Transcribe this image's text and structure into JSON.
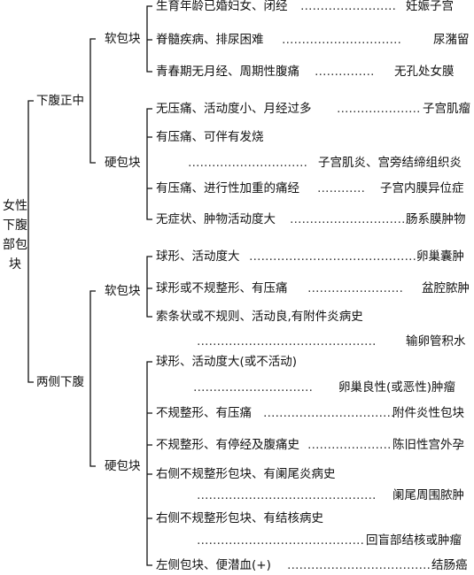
{
  "root": {
    "lines": [
      "女性",
      "下腹",
      "部包",
      "块"
    ]
  },
  "branches": [
    {
      "label": "下腹正中",
      "groups": [
        {
          "label": "软包块",
          "items": [
            {
              "condition": "生育年龄已婚妇女、闭经",
              "diagnosis": "妊娠子宫"
            },
            {
              "condition": "脊髓疾病、排尿困难",
              "diagnosis": "尿潴留"
            },
            {
              "condition": "青春期无月经、周期性腹痛",
              "diagnosis": "无孔处女膜"
            }
          ]
        },
        {
          "label": "硬包块",
          "items": [
            {
              "condition": "无压痛、活动度小、月经过多",
              "diagnosis": "子宫肌瘤"
            },
            {
              "condition": "有压痛、可伴有发烧",
              "diagnosis": "子宫肌炎、宫旁结缔组织炎"
            },
            {
              "condition": "有压痛、进行性加重的痛经",
              "diagnosis": "子宫内膜异位症"
            },
            {
              "condition": "无症状、肿物活动度大",
              "diagnosis": "肠系膜肿物"
            }
          ]
        }
      ]
    },
    {
      "label": "两侧下腹",
      "groups": [
        {
          "label": "软包块",
          "items": [
            {
              "condition": "球形、活动度大",
              "diagnosis": "卵巢囊肿"
            },
            {
              "condition": "球形或不规整形、有压痛",
              "diagnosis": "盆腔脓肿"
            },
            {
              "condition": "索条状或不规则、活动良,有附件炎病史",
              "diagnosis": "输卵管积水"
            }
          ]
        },
        {
          "label": "硬包块",
          "items": [
            {
              "condition": "球形、活动度大(或不活动)",
              "diagnosis": "卵巢良性(或恶性)肿瘤"
            },
            {
              "condition": "不规整形、有压痛",
              "diagnosis": "附件炎性包块"
            },
            {
              "condition": "不规整形、有停经及腹痛史",
              "diagnosis": "陈旧性宫外孕"
            },
            {
              "condition": "右侧不规整形包块、有阑尾炎病史",
              "diagnosis": "阑尾周围脓肿"
            },
            {
              "condition": "右侧不规整形包块、有结核病史",
              "diagnosis": "回盲部结核或肿瘤"
            },
            {
              "condition": "左侧包块、便潜血(+)",
              "diagnosis": "结肠癌"
            }
          ]
        }
      ]
    }
  ]
}
